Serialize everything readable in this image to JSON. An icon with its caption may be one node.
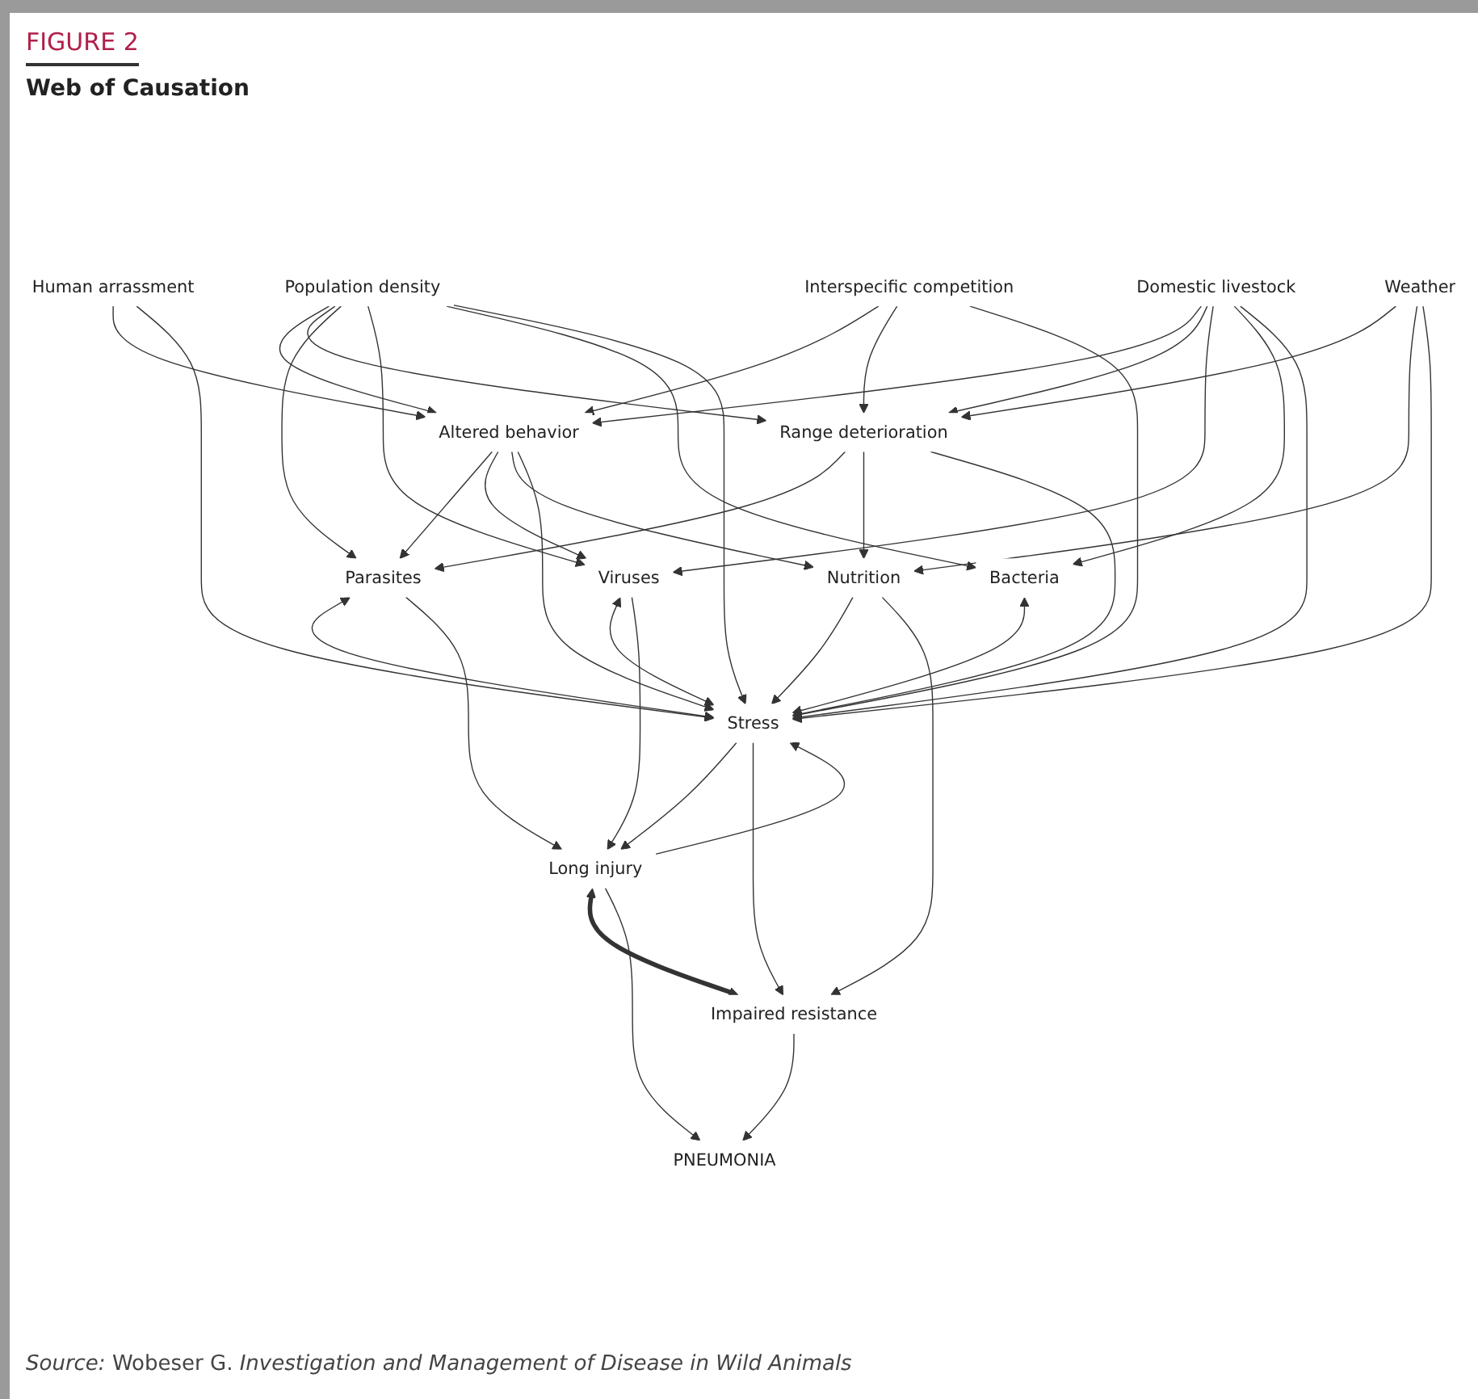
{
  "diagram": {
    "title": "Web of Causation",
    "caption": "*Source:* Wobeser G. *Investigation and Management of Disease in Wild Animals*",
    "labels": [
      "FIGURE 2"
    ],
    "nodes": [
      {
        "text": [
          "Population density"
        ]
      },
      {
        "text": [
          "Interspecific competition"
        ]
      },
      {
        "text": [
          "Domestic livestock"
        ]
      },
      {
        "text": [
          "Human arrassment"
        ]
      },
      {
        "text": [
          "Weather"
        ]
      },
      {
        "text": [
          "Altered behavior"
        ]
      },
      {
        "text": [
          "Range deterioration"
        ]
      },
      {
        "text": [
          "Parasites"
        ]
      },
      {
        "text": [
          "Viruses"
        ]
      },
      {
        "text": [
          "Bacteria"
        ]
      },
      {
        "text": [
          "Nutrition"
        ]
      },
      {
        "text": [
          "Stress"
        ]
      },
      {
        "text": [
          "Long injury"
        ]
      },
      {
        "text": [
          "Impaired resistance"
        ]
      },
      {
        "text": [
          "PNEUMONIA"
        ]
      }
    ],
    "edges": [
      {
        "from": 0,
        "to": 5,
        "arrow": "to"
      },
      {
        "from": 0,
        "to": 6,
        "arrow": "to"
      },
      {
        "from": 0,
        "to": 7,
        "arrow": "to"
      },
      {
        "from": 0,
        "to": 8,
        "arrow": "to"
      },
      {
        "from": 0,
        "to": 9,
        "arrow": "to"
      },
      {
        "from": 0,
        "to": 11,
        "arrow": "to"
      },
      {
        "from": 1,
        "to": 5,
        "arrow": "to"
      },
      {
        "from": 1,
        "to": 6,
        "arrow": "to"
      },
      {
        "from": 1,
        "to": 11,
        "arrow": "to"
      },
      {
        "from": 2,
        "to": 5,
        "arrow": "to"
      },
      {
        "from": 2,
        "to": 6,
        "arrow": "to"
      },
      {
        "from": 2,
        "to": 8,
        "arrow": "to"
      },
      {
        "from": 2,
        "to": 9,
        "arrow": "to"
      },
      {
        "from": 2,
        "to": 11,
        "arrow": "to"
      },
      {
        "from": 3,
        "to": 5,
        "arrow": "to"
      },
      {
        "from": 3,
        "to": 11,
        "arrow": "to"
      },
      {
        "from": 4,
        "to": 6,
        "arrow": "to"
      },
      {
        "from": 4,
        "to": 10,
        "arrow": "to"
      },
      {
        "from": 4,
        "to": 11,
        "arrow": "to"
      },
      {
        "from": 5,
        "to": 7,
        "arrow": "to"
      },
      {
        "from": 5,
        "to": 8,
        "arrow": "to"
      },
      {
        "from": 5,
        "to": 10,
        "arrow": "to"
      },
      {
        "from": 5,
        "to": 11,
        "arrow": "to"
      },
      {
        "from": 6,
        "to": 7,
        "arrow": "to"
      },
      {
        "from": 6,
        "to": 10,
        "arrow": "to"
      },
      {
        "from": 6,
        "to": 11,
        "arrow": "to"
      },
      {
        "from": 7,
        "to": 11,
        "arrow": "both"
      },
      {
        "from": 8,
        "to": 11,
        "arrow": "both"
      },
      {
        "from": 9,
        "to": 11,
        "arrow": "both"
      },
      {
        "from": 10,
        "to": 11,
        "arrow": "to"
      },
      {
        "from": 7,
        "to": 12,
        "arrow": "to"
      },
      {
        "from": 8,
        "to": 12,
        "arrow": "to"
      },
      {
        "from": 10,
        "to": 13,
        "arrow": "to"
      },
      {
        "from": 11,
        "to": 12,
        "arrow": "to"
      },
      {
        "from": 12,
        "to": 11,
        "arrow": "to"
      },
      {
        "from": 11,
        "to": 13,
        "arrow": "to"
      },
      {
        "from": 12,
        "to": 13,
        "arrow": "both",
        "style": "thick"
      },
      {
        "from": 12,
        "to": 14,
        "arrow": "to"
      },
      {
        "from": 13,
        "to": 14,
        "arrow": "to"
      }
    ]
  }
}
